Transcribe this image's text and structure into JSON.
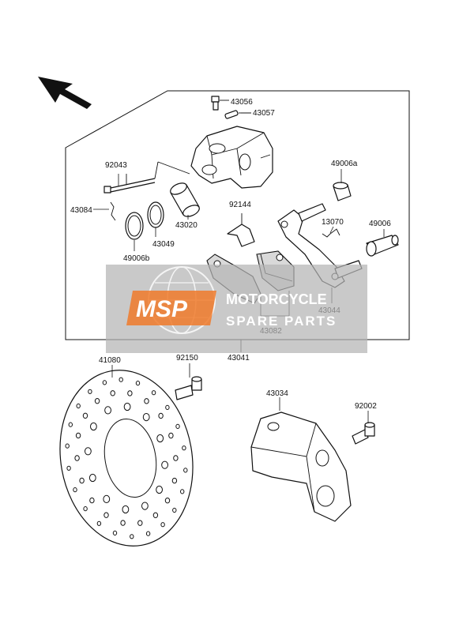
{
  "labels": {
    "p43056": "43056",
    "p43057": "43057",
    "p92043": "92043",
    "p49006a": "49006a",
    "p92144": "92144",
    "p43084": "43084",
    "p43020": "43020",
    "p13070": "13070",
    "p49006": "49006",
    "p43049": "43049",
    "p49006b": "49006b",
    "p43044": "43044",
    "p43082": "43082",
    "p43041": "43041",
    "p41080": "41080",
    "p92150": "92150",
    "p43034": "43034",
    "p92002": "92002"
  },
  "watermark": {
    "logo": "MSP",
    "line1": "MOTORCYCLE",
    "line2": "SPARE PARTS"
  },
  "colors": {
    "line": "#111111",
    "watermark_box": "#b4b4b4",
    "logo_orange": "#f07a2a"
  }
}
